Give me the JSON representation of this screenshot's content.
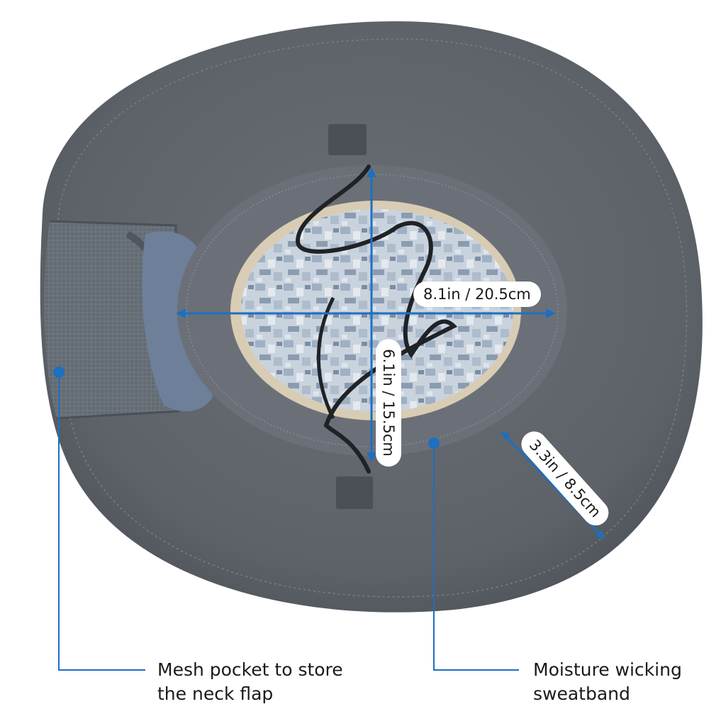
{
  "measurements": {
    "width": "8.1in / 20.5cm",
    "height": "6.1in / 15.5cm",
    "brim": "3.3in / 8.5cm"
  },
  "callouts": {
    "mesh_pocket": {
      "line1": "Mesh pocket to store",
      "line2": "the neck flap"
    },
    "sweatband": {
      "line1": "Moisture wicking",
      "line2": "sweatband"
    }
  },
  "colors": {
    "hat": "#5f646b",
    "hat_dark": "#4d5258",
    "sweatband": "#6b7078",
    "lining": "#b9c6d4",
    "annotation": "#1e6fc0"
  }
}
